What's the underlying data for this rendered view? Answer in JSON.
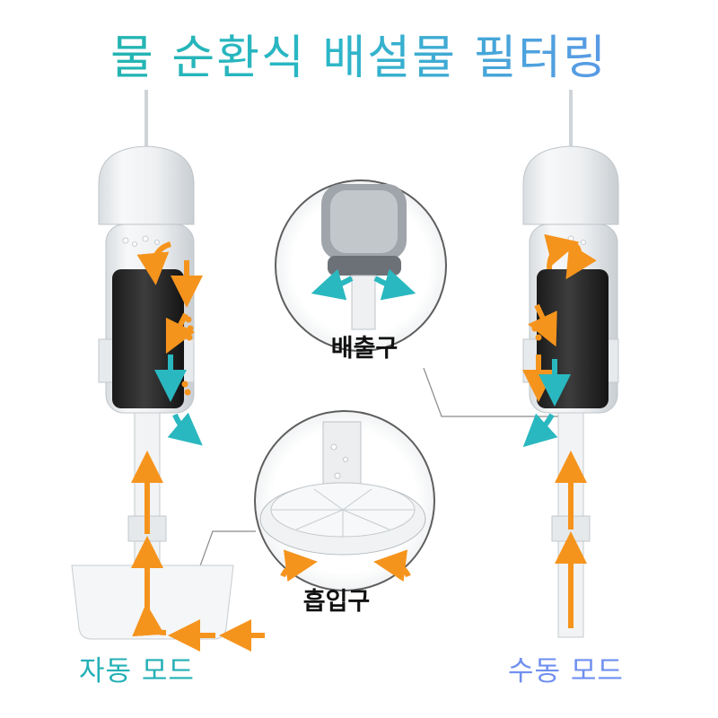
{
  "title": "물 순환식 배설물 필터링",
  "modes": {
    "auto": "자동 모드",
    "manual": "수동 모드"
  },
  "callouts": {
    "outlet": "배출구",
    "inlet": "흡입구"
  },
  "colors": {
    "title_start": "#1fb3a6",
    "title_end": "#6c8ef0",
    "flow_arrow": "#f5941d",
    "outflow_arrow": "#2ab8c0",
    "auto_mode_text": "#23b0b6",
    "manual_mode_text": "#6f8ff0"
  }
}
